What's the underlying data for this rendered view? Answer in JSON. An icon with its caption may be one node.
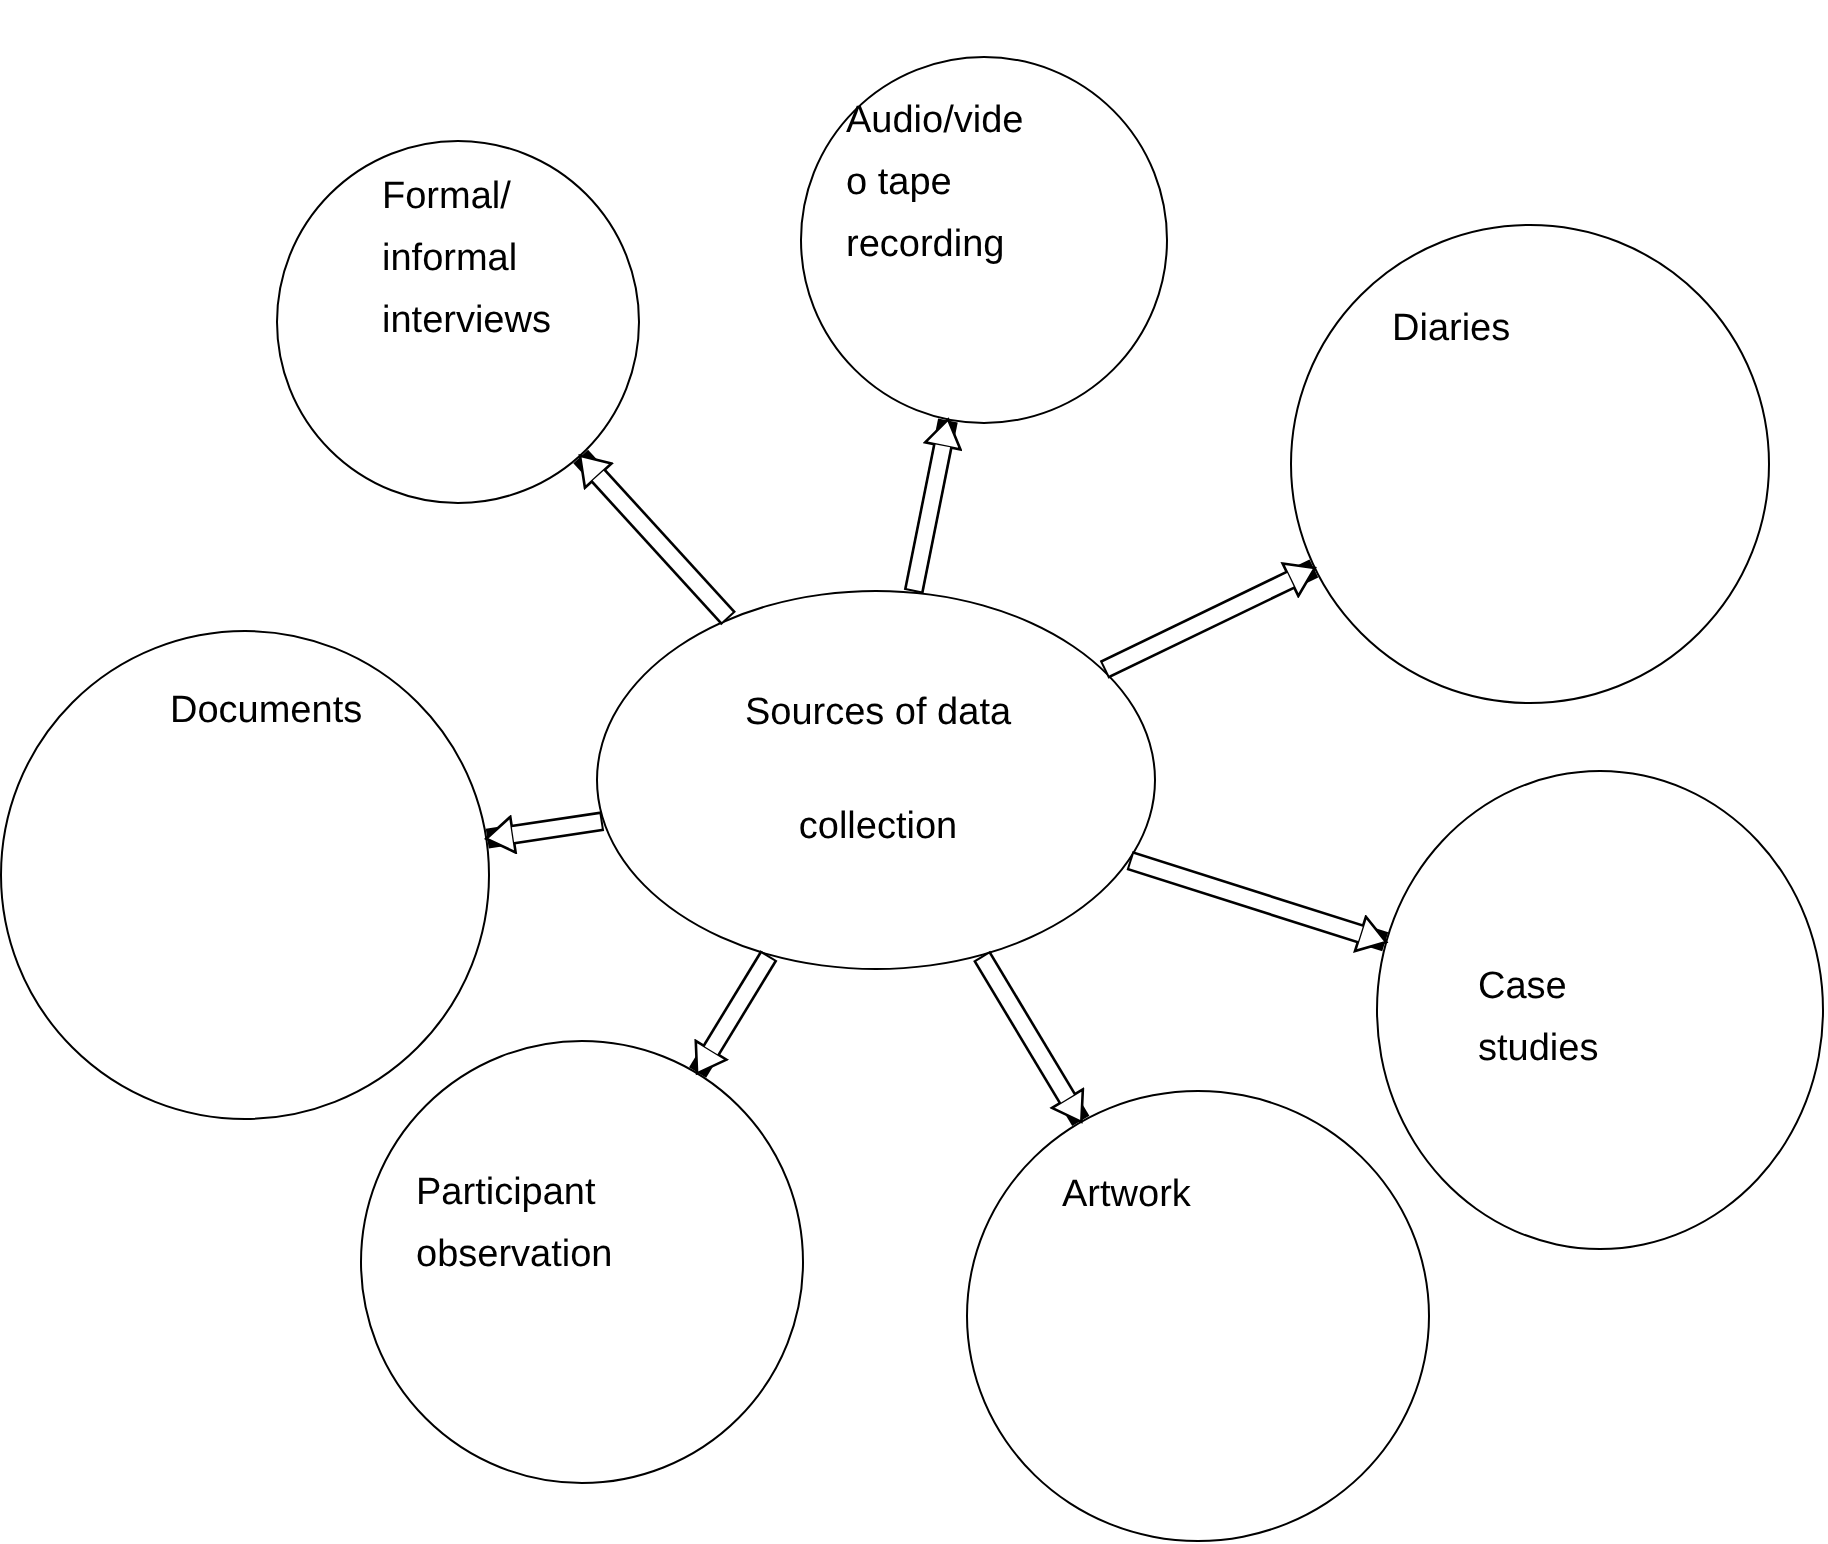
{
  "diagram": {
    "nodes": [
      {
        "text": [
          "Sources of data collection"
        ]
      },
      {
        "text": [
          "Formal/ informal interviews"
        ]
      },
      {
        "text": [
          "Audio/vide o tape recording"
        ]
      },
      {
        "text": [
          "Diaries"
        ]
      },
      {
        "text": [
          "Documents"
        ]
      },
      {
        "text": [
          "Case studies"
        ]
      },
      {
        "text": [
          "Participant observation"
        ]
      },
      {
        "text": [
          "Artwork"
        ]
      }
    ],
    "edges": [
      {
        "from": 0,
        "to": 1,
        "arrow": "to"
      },
      {
        "from": 0,
        "to": 2,
        "arrow": "to"
      },
      {
        "from": 0,
        "to": 3,
        "arrow": "to"
      },
      {
        "from": 0,
        "to": 4,
        "arrow": "to"
      },
      {
        "from": 0,
        "to": 5,
        "arrow": "to"
      },
      {
        "from": 0,
        "to": 6,
        "arrow": "to"
      },
      {
        "from": 0,
        "to": 7,
        "arrow": "to"
      }
    ]
  }
}
